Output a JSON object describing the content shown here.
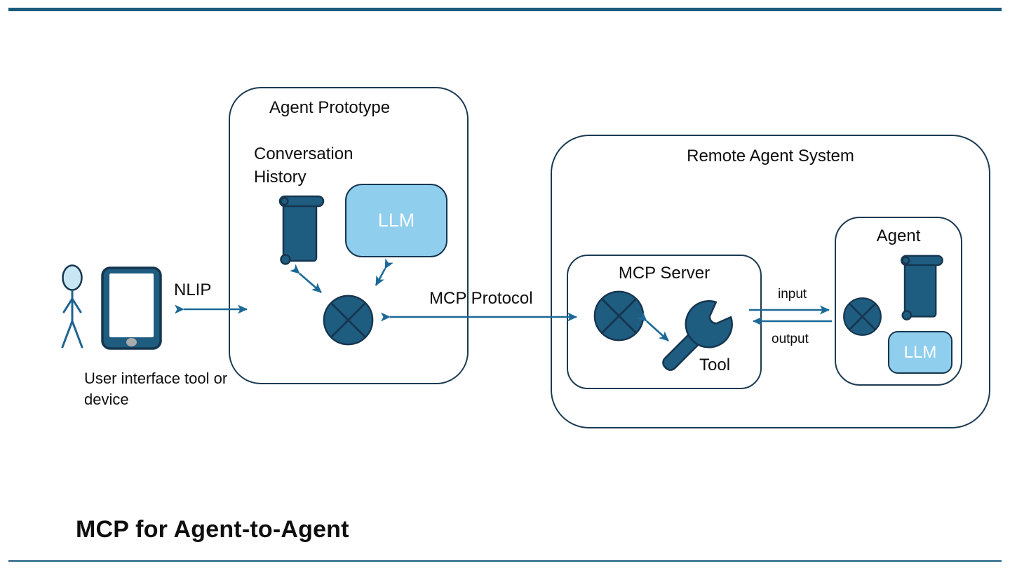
{
  "slide": {
    "title": "MCP for Agent-to-Agent"
  },
  "user_side": {
    "nlip_label": "NLIP",
    "caption": "User interface tool or device"
  },
  "agent_prototype": {
    "title": "Agent Prototype",
    "conversation_history_label": "Conversation History",
    "llm_label": "LLM"
  },
  "protocol": {
    "label": "MCP Protocol"
  },
  "remote_agent_system": {
    "title": "Remote Agent System",
    "mcp_server": {
      "title": "MCP Server",
      "tool_label": "Tool"
    },
    "io": {
      "input_label": "input",
      "output_label": "output"
    },
    "agent": {
      "title": "Agent",
      "llm_label": "LLM"
    }
  },
  "colors": {
    "accent_bar": "#1a5b7e",
    "icon_fill": "#1e5c80",
    "light_blue": "#8fceec",
    "outline": "#16364f",
    "arrow": "#1c6997"
  }
}
